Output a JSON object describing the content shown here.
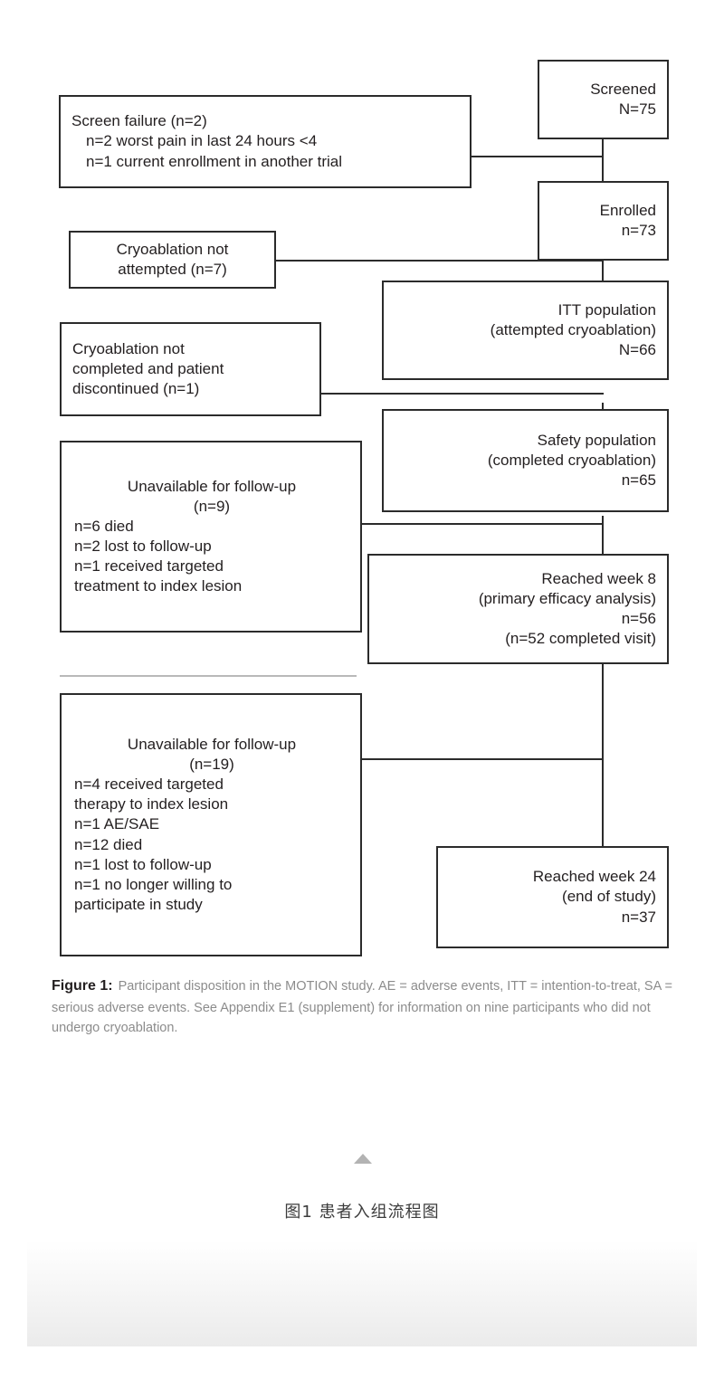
{
  "figure": {
    "label": "Figure 1:",
    "caption_text": "Participant disposition in the MOTION study. AE = adverse events, ITT = intention-to-treat, SA = serious adverse events. See Appendix E1 (supplement) for information on nine participants who did not undergo cryoablation.",
    "chinese_caption": "图1  患者入组流程图",
    "chevron_icon": "triangle-up-icon"
  },
  "chart_data": {
    "type": "diagram",
    "title": "Participant disposition in the MOTION study",
    "diagram_kind": "CONSORT participant flow diagram",
    "main_flow": [
      {
        "id": "screened",
        "label": "Screened",
        "count_label": "N=75",
        "n": 75
      },
      {
        "id": "enrolled",
        "label": "Enrolled",
        "count_label": "n=73",
        "n": 73
      },
      {
        "id": "itt",
        "label": "ITT population",
        "sublabel": "(attempted cryoablation)",
        "count_label": "N=66",
        "n": 66
      },
      {
        "id": "safety",
        "label": "Safety population",
        "sublabel": "(completed cryoablation)",
        "count_label": "n=65",
        "n": 65
      },
      {
        "id": "week8",
        "label": "Reached week 8",
        "sublabel": "(primary efficacy analysis)",
        "count_label": "n=56",
        "n": 56,
        "extra": "(n=52 completed visit)"
      },
      {
        "id": "week24",
        "label": "Reached week 24",
        "sublabel": "(end of study)",
        "count_label": "n=37",
        "n": 37
      }
    ],
    "exclusions": [
      {
        "id": "screen-failure",
        "n": 2,
        "header": "Screen failure (n=2)",
        "items": [
          "n=2 worst pain in last 24 hours <4",
          "n=1 current enrollment in another trial"
        ]
      },
      {
        "id": "cryo-not-attempted",
        "n": 7,
        "header": "Cryoablation not attempted (n=7)",
        "items": []
      },
      {
        "id": "cryo-not-completed",
        "n": 1,
        "header": "Cryoablation not completed and patient discontinued (n=1)",
        "items": []
      },
      {
        "id": "unavailable-9",
        "n": 9,
        "header": "Unavailable for follow-up (n=9)",
        "items": [
          "n=6 died",
          "n=2 lost to follow-up",
          "n=1 received targeted treatment to index lesion"
        ]
      },
      {
        "id": "unavailable-19",
        "n": 19,
        "header": "Unavailable for follow-up (n=19)",
        "items": [
          "n=4 received targeted therapy to index lesion",
          "n=1 AE/SAE",
          "n=12 died",
          "n=1 lost to follow-up",
          "n=1 no longer willing to participate in study"
        ]
      }
    ],
    "colors": {
      "box_border": "#2b2b2b",
      "box_fill": "#ffffff",
      "text": "#231f20",
      "caption_text": "#8c8c8c",
      "rule": "#b9b9b9"
    }
  },
  "boxes": {
    "screened": {
      "l1": "Screened",
      "l2": "N=75"
    },
    "enrolled": {
      "l1": "Enrolled",
      "l2": "n=73"
    },
    "itt": {
      "l1": "ITT population",
      "l2": "(attempted cryoablation)",
      "l3": "N=66"
    },
    "safety": {
      "l1": "Safety population",
      "l2": "(completed cryoablation)",
      "l3": "n=65"
    },
    "week8": {
      "l1": "Reached week 8",
      "l2": "(primary efficacy analysis)",
      "l3": "n=56",
      "l4": "(n=52 completed visit)"
    },
    "week24": {
      "l1": "Reached week 24",
      "l2": "(end of study)",
      "l3": "n=37"
    },
    "screen_failure": {
      "l1": "Screen failure (n=2)",
      "l2": "n=2 worst pain in last 24 hours <4",
      "l3": "n=1 current enrollment in another trial"
    },
    "cryo_not_attempted": {
      "l1": "Cryoablation not",
      "l2": "attempted (n=7)"
    },
    "cryo_not_completed": {
      "l1": "Cryoablation not",
      "l2": "completed and patient",
      "l3": "discontinued (n=1)"
    },
    "unavailable9": {
      "l1": "Unavailable for follow-up",
      "l2": "(n=9)",
      "l3": "n=6 died",
      "l4": "n=2 lost to follow-up",
      "l5": "n=1 received targeted",
      "l6": "treatment to index lesion"
    },
    "unavailable19": {
      "l1": "Unavailable for follow-up",
      "l2": "(n=19)",
      "l3": "n=4 received targeted",
      "l4": "therapy to index lesion",
      "l5": "n=1 AE/SAE",
      "l6": "n=12 died",
      "l7": "n=1 lost to follow-up",
      "l8": "n=1 no longer willing to",
      "l9": "participate in study"
    }
  }
}
